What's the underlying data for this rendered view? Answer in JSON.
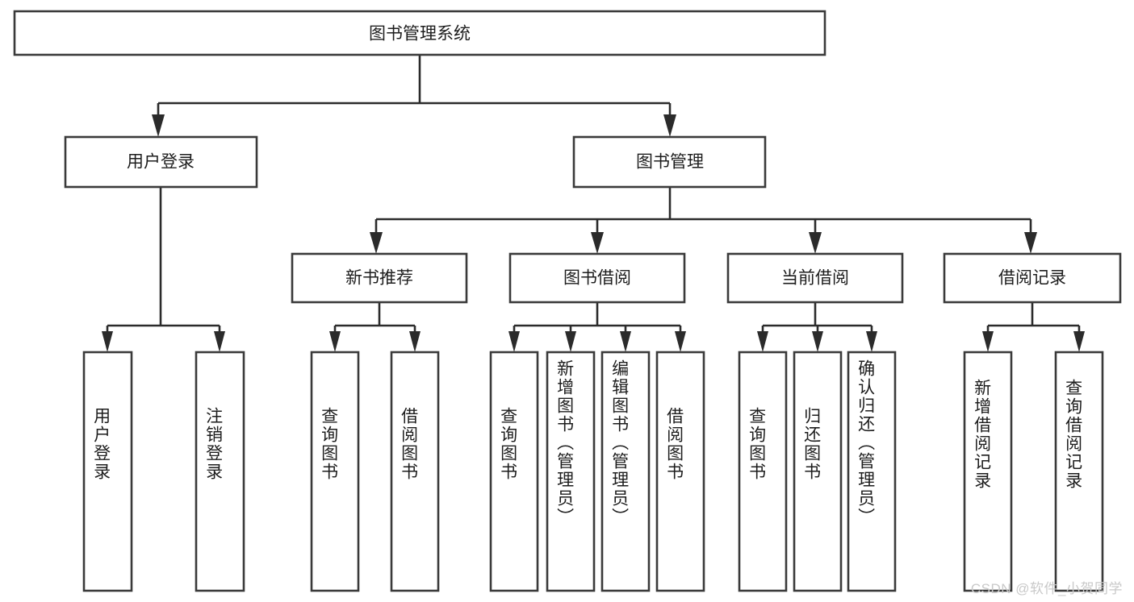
{
  "diagram": {
    "title": "图书管理系统",
    "type": "tree-hierarchy",
    "watermark": "CSDN @软件_小贺同学",
    "colors": {
      "box_stroke": "#3a3a3a",
      "box_fill": "#ffffff",
      "connector": "#2b2b2b",
      "text": "#1d1d1d",
      "watermark": "#c9c9c9",
      "background": "#ffffff"
    },
    "root": {
      "id": "root",
      "label": "图书管理系统"
    },
    "level2": [
      {
        "id": "user-login",
        "label": "用户登录"
      },
      {
        "id": "book-management",
        "label": "图书管理"
      }
    ],
    "level3": [
      {
        "id": "new-book-recommend",
        "label": "新书推荐",
        "parent": "book-management"
      },
      {
        "id": "book-borrow",
        "label": "图书借阅",
        "parent": "book-management"
      },
      {
        "id": "current-borrow",
        "label": "当前借阅",
        "parent": "book-management"
      },
      {
        "id": "borrow-record",
        "label": "借阅记录",
        "parent": "book-management"
      }
    ],
    "leaves": [
      {
        "id": "leaf-user-login",
        "label": "用户登录",
        "parent": "user-login"
      },
      {
        "id": "leaf-user-logout",
        "label": "注销登录",
        "parent": "user-login"
      },
      {
        "id": "leaf-query-book-1",
        "label": "查询图书",
        "parent": "new-book-recommend"
      },
      {
        "id": "leaf-borrow-book-1",
        "label": "借阅图书",
        "parent": "new-book-recommend"
      },
      {
        "id": "leaf-query-book-2",
        "label": "查询图书",
        "parent": "book-borrow"
      },
      {
        "id": "leaf-add-book",
        "label": "新增图书（管理员）",
        "parent": "book-borrow"
      },
      {
        "id": "leaf-edit-book",
        "label": "编辑图书（管理员）",
        "parent": "book-borrow"
      },
      {
        "id": "leaf-borrow-book-2",
        "label": "借阅图书",
        "parent": "book-borrow"
      },
      {
        "id": "leaf-query-book-3",
        "label": "查询图书",
        "parent": "current-borrow"
      },
      {
        "id": "leaf-return-book",
        "label": "归还图书",
        "parent": "current-borrow"
      },
      {
        "id": "leaf-confirm-return",
        "label": "确认归还（管理员）",
        "parent": "current-borrow"
      },
      {
        "id": "leaf-add-record",
        "label": "新增借阅记录",
        "parent": "borrow-record"
      },
      {
        "id": "leaf-query-record",
        "label": "查询借阅记录",
        "parent": "borrow-record"
      }
    ]
  }
}
